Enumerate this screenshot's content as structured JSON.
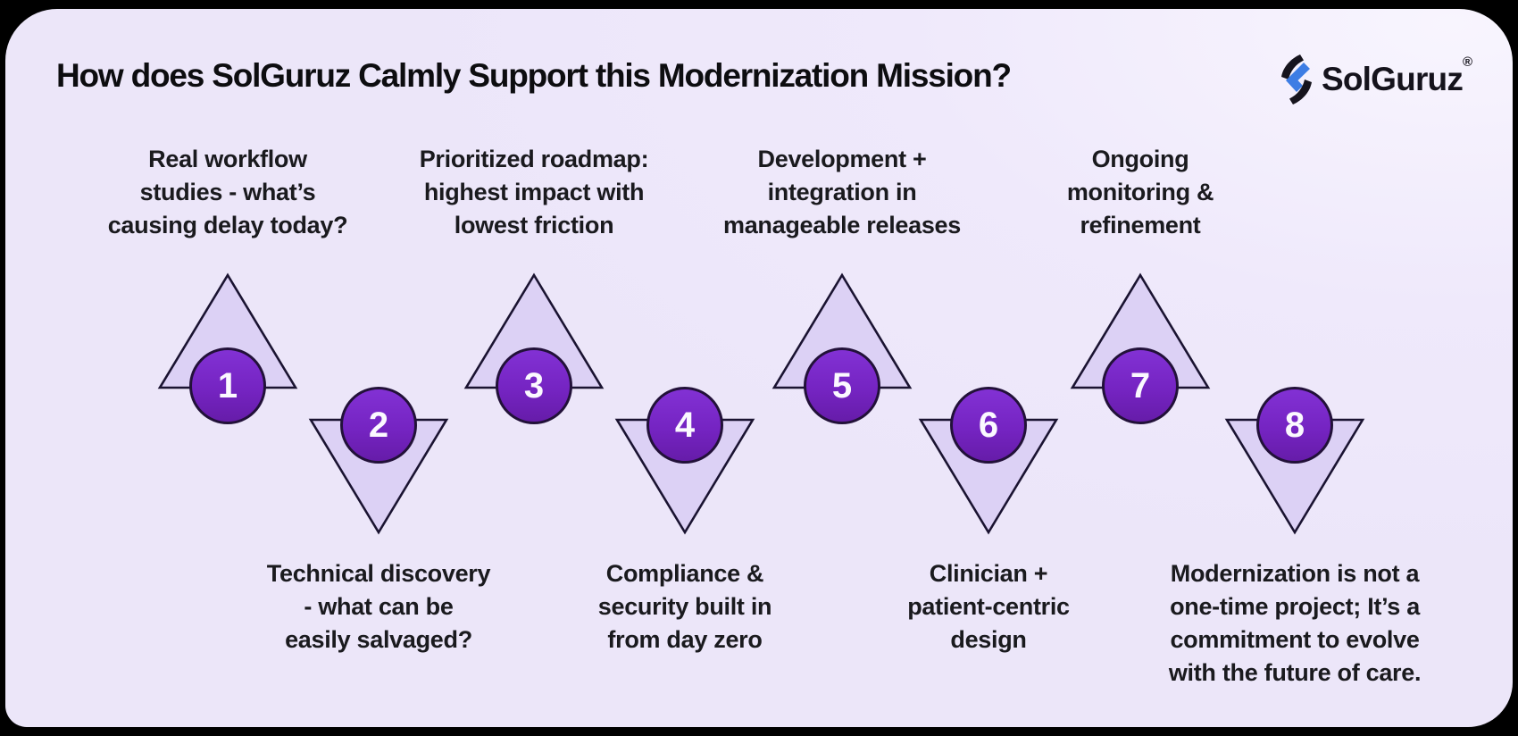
{
  "header": {
    "title": "How does SolGuruz Calmly Support this Modernization Mission?",
    "logo": {
      "text": "SolGuruz",
      "registered_mark": "®",
      "icon": "solguruz-bolt-icon"
    }
  },
  "colors": {
    "page_background": "#000000",
    "card_background": "#ece6f9",
    "card_highlight": "#f8f5fe",
    "triangle_fill": "#dcd1f5",
    "shape_outline": "#1a1331",
    "circle_fill": "#7524c2",
    "number_text": "#ffffff",
    "label_text": "#1a1a1e",
    "logo_blue": "#3d7de4",
    "logo_black": "#16141d"
  },
  "steps": [
    {
      "number": "1",
      "position": "top",
      "label": "Real workflow\nstudies - what’s\ncausing delay today?"
    },
    {
      "number": "2",
      "position": "bottom",
      "label": "Technical discovery\n- what can be\neasily salvaged?"
    },
    {
      "number": "3",
      "position": "top",
      "label": "Prioritized roadmap:\nhighest impact with\nlowest friction"
    },
    {
      "number": "4",
      "position": "bottom",
      "label": "Compliance &\nsecurity built in\nfrom day zero"
    },
    {
      "number": "5",
      "position": "top",
      "label": "Development +\nintegration in\nmanageable releases"
    },
    {
      "number": "6",
      "position": "bottom",
      "label": "Clinician +\npatient-centric\ndesign"
    },
    {
      "number": "7",
      "position": "top",
      "label": "Ongoing\nmonitoring &\nrefinement"
    },
    {
      "number": "8",
      "position": "bottom",
      "label": "Modernization is not a\none-time project; It’s a\ncommitment to evolve\nwith the future of care."
    }
  ]
}
